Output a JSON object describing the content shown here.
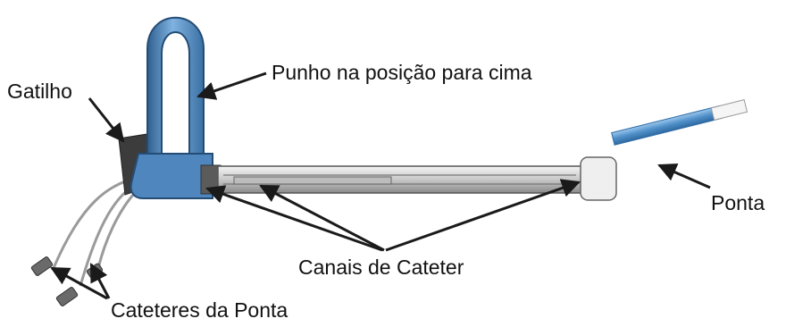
{
  "labels": {
    "gatilho": "Gatilho",
    "punho": "Punho na posição para cima",
    "ponta": "Ponta",
    "canais": "Canais de Cateter",
    "cateteres": "Cateteres da Ponta"
  },
  "colors": {
    "handle_blue": "#5b93c9",
    "handle_dark_blue": "#2f5f8f",
    "trigger_dark": "#3a3a3a",
    "tip_blue": "#5a9bd4",
    "arrow": "#1a1a1a"
  }
}
